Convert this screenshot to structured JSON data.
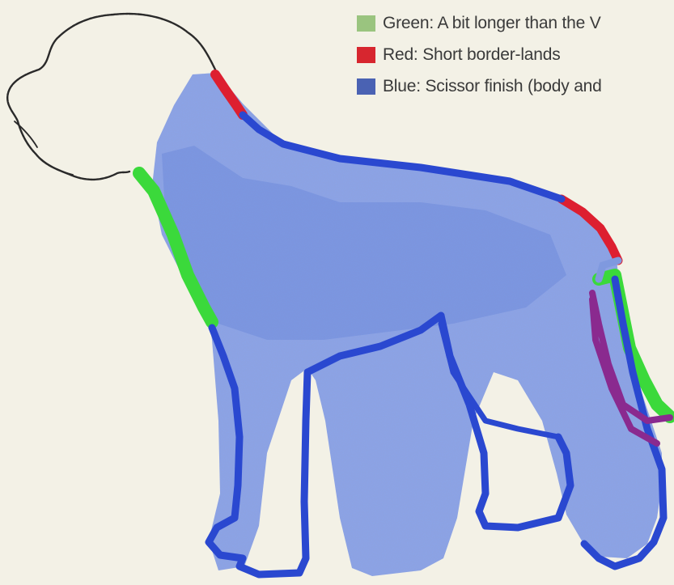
{
  "legend": [
    {
      "key": "green",
      "label": "Green: A bit longer than the V",
      "color": "#9ac47f"
    },
    {
      "key": "red",
      "label": "Red: Short border-lands",
      "color": "#d7262f"
    },
    {
      "key": "blue",
      "label": "Blue: Scissor finish (body and",
      "color": "#4a62b3"
    }
  ],
  "colors": {
    "background": "#f3f1e6",
    "body_fill": "#7f99df",
    "outline_blue": "#2a48d0",
    "green_zone": "#3bd93b",
    "red_zone": "#dd1f30",
    "purple_zone": "#8a2a8f",
    "sketch_line": "#2a2a2a"
  }
}
